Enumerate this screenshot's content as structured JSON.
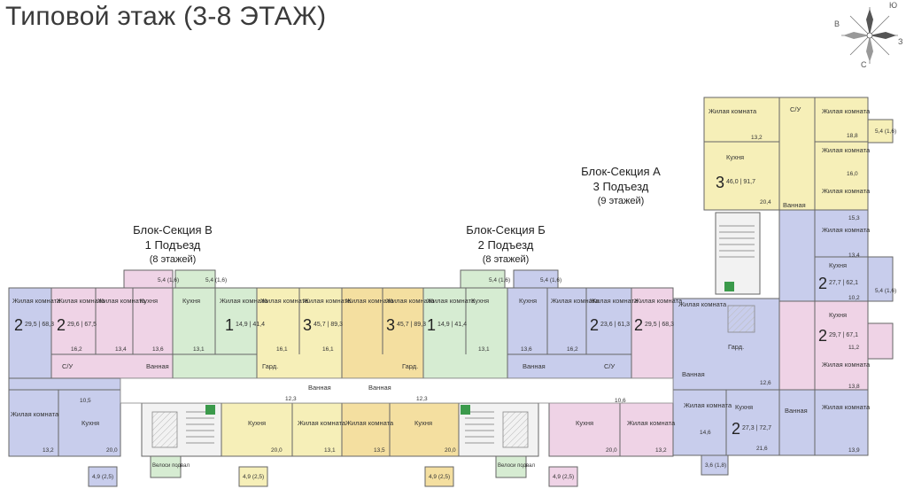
{
  "title": "Типовой этаж (3-8 ЭТАЖ)",
  "compass": {
    "north": "Ю",
    "west": "В",
    "east": "З",
    "south": "С"
  },
  "sections": {
    "a": {
      "name": "Блок-Секция А",
      "entrance": "3 Подъезд",
      "floors": "(9 этажей)"
    },
    "b": {
      "name": "Блок-Секция Б",
      "entrance": "2 Подъезд",
      "floors": "(8 этажей)"
    },
    "v": {
      "name": "Блок-Секция В",
      "entrance": "1 Подъезд",
      "floors": "(8 этажей)"
    }
  },
  "labels": {
    "living": "Жилая комната",
    "kitchen": "Кухня",
    "bath": "Ванная",
    "wc": "С/У",
    "wardrobe": "Гард.",
    "bike": "Велоси подвал"
  },
  "apartments": [
    {
      "rooms": "2",
      "areas": "29,5 | 68,3"
    },
    {
      "rooms": "2",
      "areas": "29,6 | 67,5"
    },
    {
      "rooms": "1",
      "areas": "14,9 | 41,4"
    },
    {
      "rooms": "3",
      "areas": "45,7 | 89,3"
    },
    {
      "rooms": "3",
      "areas": "45,7 | 89,3"
    },
    {
      "rooms": "1",
      "areas": "14,9 | 41,4"
    },
    {
      "rooms": "2",
      "areas": "23,6 | 61,3"
    },
    {
      "rooms": "2",
      "areas": "29,5 | 68,3"
    },
    {
      "rooms": "3",
      "areas": "46,0 | 91,7"
    },
    {
      "rooms": "2",
      "areas": "27,7 | 62,1"
    },
    {
      "rooms": "2",
      "areas": "29,7 | 67,1"
    },
    {
      "rooms": "2",
      "areas": "27,3 | 72,7"
    }
  ],
  "area_values": [
    "5,4 (1,6)",
    "5,4 (1,6)",
    "5,4 (1,6)",
    "5,4 (1,6)",
    "5,4 (1,6)",
    "5,4 (1,6)",
    "4,9 (2,5)",
    "4,9 (2,5)",
    "4,9 (2,5)",
    "4,9 (2,5)",
    "3,6 (1,8)",
    "16,2",
    "13,4",
    "13,6",
    "13,1",
    "16,1",
    "16,1",
    "13,1",
    "13,6",
    "16,2",
    "10,5",
    "12,3",
    "12,3",
    "10,6",
    "13,2",
    "20,0",
    "20,0",
    "13,1",
    "13,5",
    "20,0",
    "20,0",
    "13,2",
    "13,2",
    "18,8",
    "16,0",
    "20,4",
    "15,3",
    "13,4",
    "10,2",
    "11,2",
    "13,8",
    "13,9",
    "12,6",
    "14,6",
    "21,6"
  ]
}
